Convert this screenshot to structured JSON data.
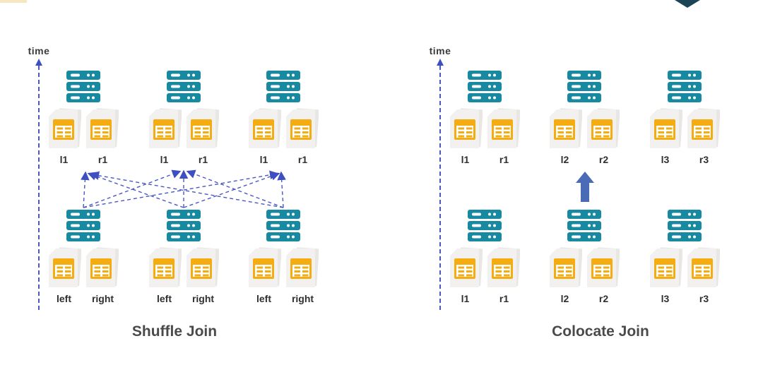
{
  "canvas": {
    "background": "#ffffff"
  },
  "decorations": {
    "top_left_bar_color": "#f6e7c3",
    "top_right_diamond_color": "#1b4557"
  },
  "colors": {
    "server_icon": "#1789a0",
    "table_icon": "#f5ac10",
    "file_page_front": "#f2f1ef",
    "file_page_back": "#e8e7e4",
    "shuffle_arrows": "#4a58c5",
    "time_axis": "#4a58c5",
    "colocate_arrow": "#4a6bb5",
    "label_text": "#2f2f2f",
    "title_text": "#4a4a4a"
  },
  "icons": {
    "server": "server-stack-icon",
    "data_file": "table-document-icon",
    "shuffle_connections": "dashed-crossing-up-arrows",
    "colocate_connection": "solid-up-arrow",
    "time_axis": "dashed-vertical-up-arrow"
  },
  "panels": [
    {
      "title": "Shuffle Join",
      "time_axis_label": "time",
      "top_nodes": [
        {
          "files": [
            {
              "label": "l1"
            },
            {
              "label": "r1"
            }
          ]
        },
        {
          "files": [
            {
              "label": "l1"
            },
            {
              "label": "r1"
            }
          ]
        },
        {
          "files": [
            {
              "label": "l1"
            },
            {
              "label": "r1"
            }
          ]
        }
      ],
      "bottom_nodes": [
        {
          "files": [
            {
              "label": "left"
            },
            {
              "label": "right"
            }
          ]
        },
        {
          "files": [
            {
              "label": "left"
            },
            {
              "label": "right"
            }
          ]
        },
        {
          "files": [
            {
              "label": "left"
            },
            {
              "label": "right"
            }
          ]
        }
      ]
    },
    {
      "title": "Colocate Join",
      "time_axis_label": "time",
      "top_nodes": [
        {
          "files": [
            {
              "label": "l1"
            },
            {
              "label": "r1"
            }
          ]
        },
        {
          "files": [
            {
              "label": "l2"
            },
            {
              "label": "r2"
            }
          ]
        },
        {
          "files": [
            {
              "label": "l3"
            },
            {
              "label": "r3"
            }
          ]
        }
      ],
      "bottom_nodes": [
        {
          "files": [
            {
              "label": "l1"
            },
            {
              "label": "r1"
            }
          ]
        },
        {
          "files": [
            {
              "label": "l2"
            },
            {
              "label": "r2"
            }
          ]
        },
        {
          "files": [
            {
              "label": "l3"
            },
            {
              "label": "r3"
            }
          ]
        }
      ]
    }
  ]
}
